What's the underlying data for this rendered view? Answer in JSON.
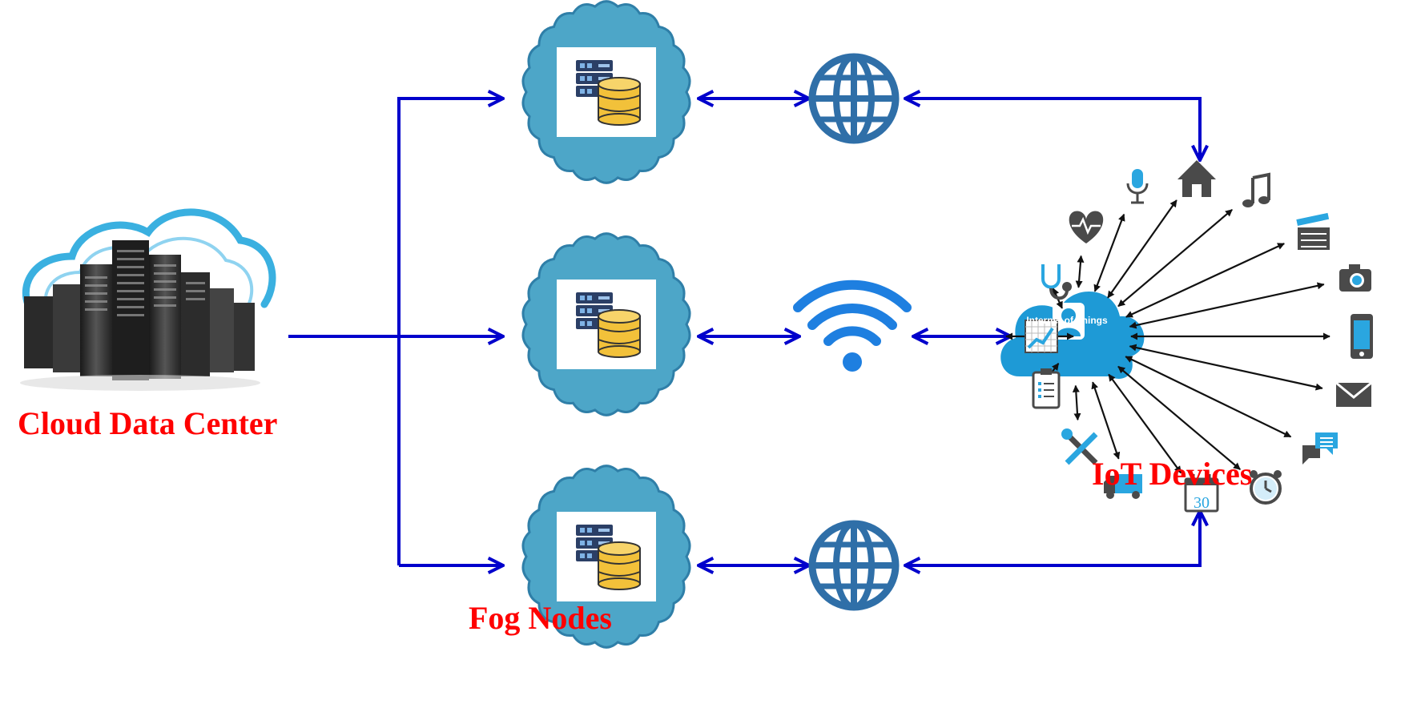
{
  "labels": {
    "cloud_data_center": "Cloud Data Center",
    "fog_nodes": "Fog Nodes",
    "iot_devices": "IoT Devices",
    "iot_hub": "Internet of Things"
  },
  "calendar_day": "30",
  "colors": {
    "label_red": "#ff0000",
    "arrow_blue": "#0000cc",
    "fog_cloud": "#4da6c8",
    "fog_cloud_edge": "#2f7fa8",
    "iot_cloud": "#1e9ad6",
    "globe_blue": "#2f6fa8",
    "wifi_blue": "#1e7fe0",
    "server_navy": "#2b3f66",
    "database_gold": "#f2c13a",
    "icon_grey": "#4a4a4a",
    "icon_blue": "#2aa6e0"
  },
  "icons": {
    "cloud_data_center": "server-rack-cloud-icon",
    "fog_node": "server-database-icon",
    "network_top": "globe-icon",
    "network_middle": "wifi-icon",
    "network_bottom": "globe-icon",
    "iot_hub": "user-cloud-icon",
    "iot_devices": [
      "home-icon",
      "music-note-icon",
      "clapperboard-icon",
      "camera-icon",
      "smartphone-icon",
      "envelope-icon",
      "chat-icon",
      "alarm-clock-icon",
      "calendar-icon",
      "truck-icon",
      "tools-icon",
      "clipboard-icon",
      "chart-icon",
      "stethoscope-icon",
      "heart-rate-icon",
      "microphone-icon"
    ]
  }
}
